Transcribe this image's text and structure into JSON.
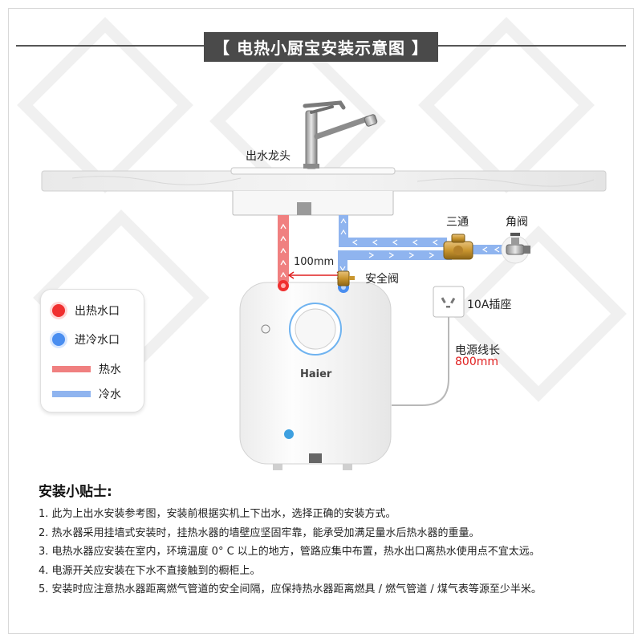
{
  "title": "【 电热小厨宝安装示意图 】",
  "diagram": {
    "faucet_label": "出水龙头",
    "tee_label": "三通",
    "angle_valve_label": "角阀",
    "distance_label": "100mm",
    "safety_valve_label": "安全阀",
    "socket_label": "10A插座",
    "cable_label": "电源线长",
    "cable_length": "800mm",
    "brand": "Haier"
  },
  "legend": {
    "items": [
      {
        "label": "出热水口",
        "kind": "dot",
        "color": "#f03030"
      },
      {
        "label": "进冷水口",
        "kind": "dot",
        "color": "#4a8ef0"
      },
      {
        "label": "热水",
        "kind": "pipe",
        "color": "#f08080"
      },
      {
        "label": "冷水",
        "kind": "pipe",
        "color": "#8fb4ef"
      }
    ]
  },
  "tips": {
    "title": "安装小贴士:",
    "items": [
      "1. 此为上出水安装参考图，安装前根据实机上下出水，选择正确的安装方式。",
      "2. 热水器采用挂墙式安装时，挂热水器的墙壁应坚固牢靠，能承受加满足量水后热水器的重量。",
      "3. 电热水器应安装在室内，环境温度 0° C 以上的地方，管路应集中布置，热水出口离热水使用点不宜太远。",
      "4. 电源开关应安装在下水不直接触到的橱柜上。",
      "5. 安装时应注意热水器距离燃气管道的安全间隔，应保持热水器距离燃具 / 燃气管道 / 煤气表等源至少半米。"
    ]
  },
  "colors": {
    "hot": "#f03030",
    "hot_pipe": "#f08080",
    "cold": "#4a8ef0",
    "cold_pipe": "#8fb4ef",
    "accent_red": "#e02020"
  }
}
